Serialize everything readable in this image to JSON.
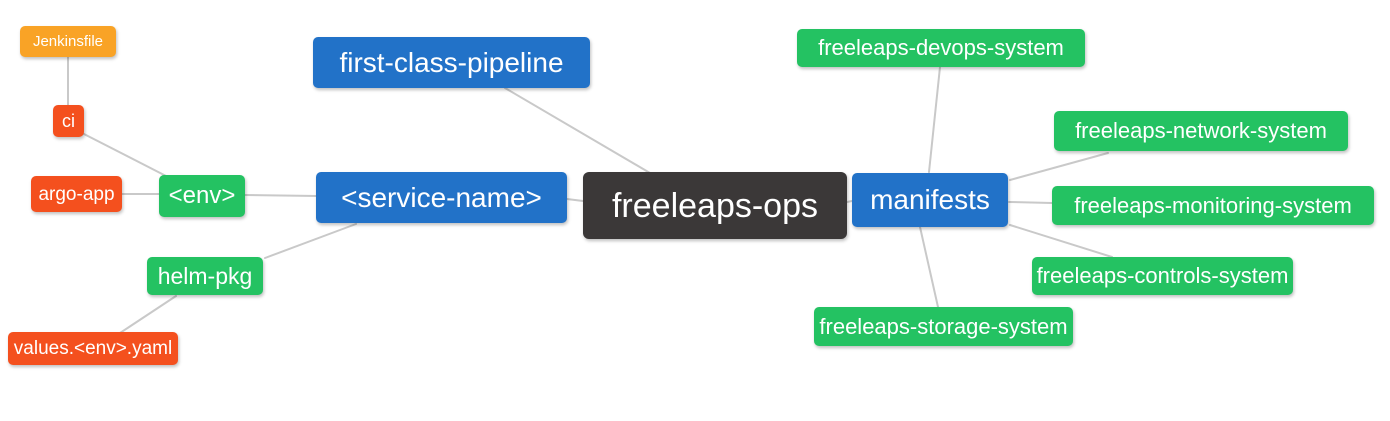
{
  "palette": {
    "root_bg": "#3b3838",
    "branch_blue": "#2272c8",
    "leaf_green": "#24c262",
    "leaf_red": "#f4501e",
    "leaf_orange": "#f9a326",
    "edge": "#c9c9c9",
    "text": "#ffffff"
  },
  "nodes": {
    "root": "freeleaps-ops",
    "pipeline": "first-class-pipeline",
    "service": "<service-name>",
    "manifests": "manifests",
    "env": "<env>",
    "helm": "helm-pkg",
    "ci": "ci",
    "argo": "argo-app",
    "jenkinsfile": "Jenkinsfile",
    "values": "values.<env>.yaml",
    "devops": "freeleaps-devops-system",
    "network": "freeleaps-network-system",
    "monitoring": "freeleaps-monitoring-system",
    "controls": "freeleaps-controls-system",
    "storage": "freeleaps-storage-system"
  }
}
